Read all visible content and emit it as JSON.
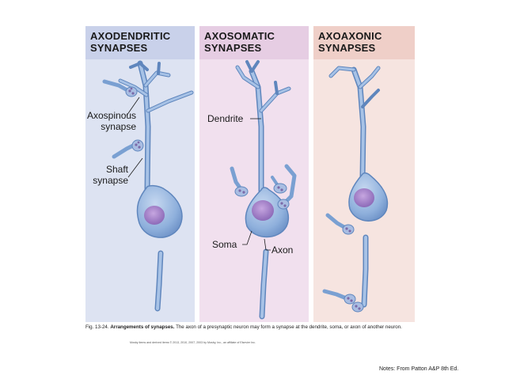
{
  "panels": [
    {
      "title_line1": "AXODENDRITIC",
      "title_line2": "SYNAPSES",
      "color": "#dde3f2"
    },
    {
      "title_line1": "AXOSOMATIC",
      "title_line2": "SYNAPSES",
      "color": "#f1e0ee"
    },
    {
      "title_line1": "AXOAXONIC",
      "title_line2": "SYNAPSES",
      "color": "#f6e4e0"
    }
  ],
  "labels": {
    "axospinous_line1": "Axospinous",
    "axospinous_line2": "synapse",
    "shaft_line1": "Shaft",
    "shaft_line2": "synapse",
    "dendrite": "Dendrite",
    "soma": "Soma",
    "axon": "Axon"
  },
  "caption": {
    "fig_number": "Fig. 13-24.",
    "fig_title": "Arrangements of synapses.",
    "fig_text": "The axon of a presynaptic neuron may form a synapse at the dendrite, soma, or axon of another neuron.",
    "credit": "Mosby items and derived items © 2013, 2010, 2007, 2003 by Mosby, Inc., an affiliate of Elsevier Inc."
  },
  "notes": "Notes: From Patton A&P 8th Ed.",
  "colors": {
    "neuron_fill": "#8fb0dc",
    "neuron_stroke": "#5f86bd",
    "nucleus": "#a27fc4",
    "terminal": "#7b6aa8"
  }
}
